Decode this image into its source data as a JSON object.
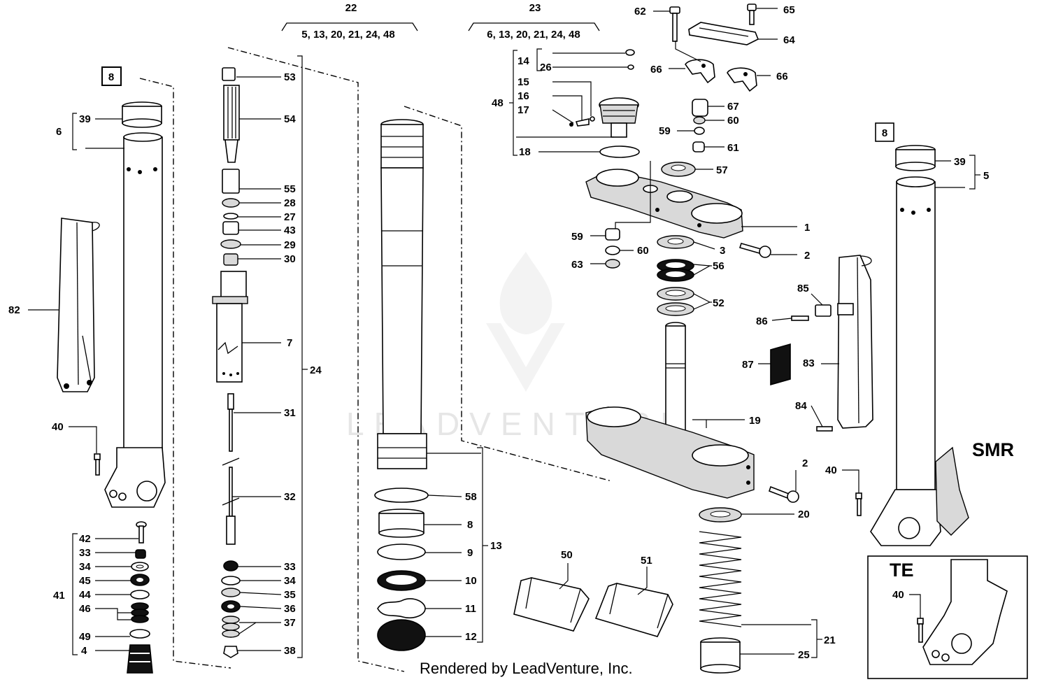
{
  "kit_22": {
    "number": "22",
    "contents": "5, 13, 20, 21, 24, 48"
  },
  "kit_23": {
    "number": "23",
    "contents": "6, 13, 20, 21, 24, 48"
  },
  "box_8_left": "8",
  "box_8_right": "8",
  "variant_smr": "SMR",
  "variant_te": "TE",
  "credit": "Rendered by LeadVenture, Inc.",
  "watermark": "LEADVENTURE",
  "callouts": {
    "c39a": "39",
    "c6": "6",
    "c82": "82",
    "c40a": "40",
    "c42": "42",
    "c33a": "33",
    "c34a": "34",
    "c45": "45",
    "c44": "44",
    "c46": "46",
    "c41": "41",
    "c49": "49",
    "c4": "4",
    "c53": "53",
    "c54": "54",
    "c55": "55",
    "c28": "28",
    "c27": "27",
    "c43": "43",
    "c29": "29",
    "c30": "30",
    "c7": "7",
    "c24": "24",
    "c31": "31",
    "c32": "32",
    "c33b": "33",
    "c34b": "34",
    "c35": "35",
    "c36": "36",
    "c37": "37",
    "c38": "38",
    "c58": "58",
    "c8": "8",
    "c9": "9",
    "c13": "13",
    "c10": "10",
    "c11": "11",
    "c12": "12",
    "c50": "50",
    "c51": "51",
    "c14": "14",
    "c26": "26",
    "c15": "15",
    "c16": "16",
    "c17": "17",
    "c48": "48",
    "c18": "18",
    "c62": "62",
    "c65": "65",
    "c64": "64",
    "c66a": "66",
    "c66b": "66",
    "c67": "67",
    "c60a": "60",
    "c59a": "59",
    "c61": "61",
    "c57": "57",
    "c1": "1",
    "c59b": "59",
    "c60b": "60",
    "c3": "3",
    "c2a": "2",
    "c63": "63",
    "c56": "56",
    "c52": "52",
    "c19": "19",
    "c2b": "2",
    "c20": "20",
    "c21": "21",
    "c25": "25",
    "c85": "85",
    "c86": "86",
    "c87": "87",
    "c83": "83",
    "c84": "84",
    "c39b": "39",
    "c5": "5",
    "c40b": "40",
    "c40c": "40"
  }
}
